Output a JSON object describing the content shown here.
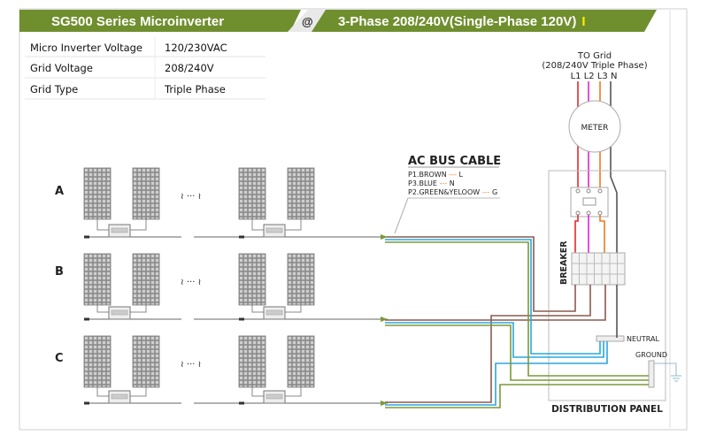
{
  "header": {
    "title_left": "SG500 Series Microinverter",
    "at_symbol": "@",
    "title_right": "3-Phase 208/240V(Single-Phase 120V)",
    "roman_numeral": "I"
  },
  "spec_table": [
    {
      "label": "Micro Inverter Voltage",
      "value": "120/230VAC"
    },
    {
      "label": "Grid  Voltage",
      "value": "208/240V"
    },
    {
      "label": "Grid Type",
      "value": "Triple Phase"
    }
  ],
  "grid": {
    "title": "TO Grid",
    "subtitle": "(208/240V Triple Phase)",
    "lines": [
      "L1",
      "L2",
      "L3",
      "N"
    ],
    "meter_label": "METER"
  },
  "ac_bus": {
    "title": "AC BUS CABLE",
    "legend": [
      {
        "pin": "P1.BROWN",
        "dash": "---",
        "signal": "L"
      },
      {
        "pin": "P3.BLUE",
        "dash": "---",
        "signal": "N"
      },
      {
        "pin": "P2.GREEN&YELOOW",
        "dash": "---",
        "signal": "G"
      }
    ]
  },
  "rows": [
    "A",
    "B",
    "C"
  ],
  "ellipsis": "≀ ··· ≀",
  "panel": {
    "breaker_label": "BREAKER",
    "neutral_label": "NEUTRAL",
    "ground_label": "GROUND",
    "title": "DISTRIBUTION PANEL"
  },
  "colors": {
    "header_green": "#6f8f2e",
    "L1": "#e8262b",
    "L2": "#e020d8",
    "L3": "#ee7a22",
    "N": "#555555",
    "brown": "#8a5a4e",
    "blue": "#2aa7df",
    "green": "#7a9a38",
    "accent_yellow": "#ffee00"
  }
}
